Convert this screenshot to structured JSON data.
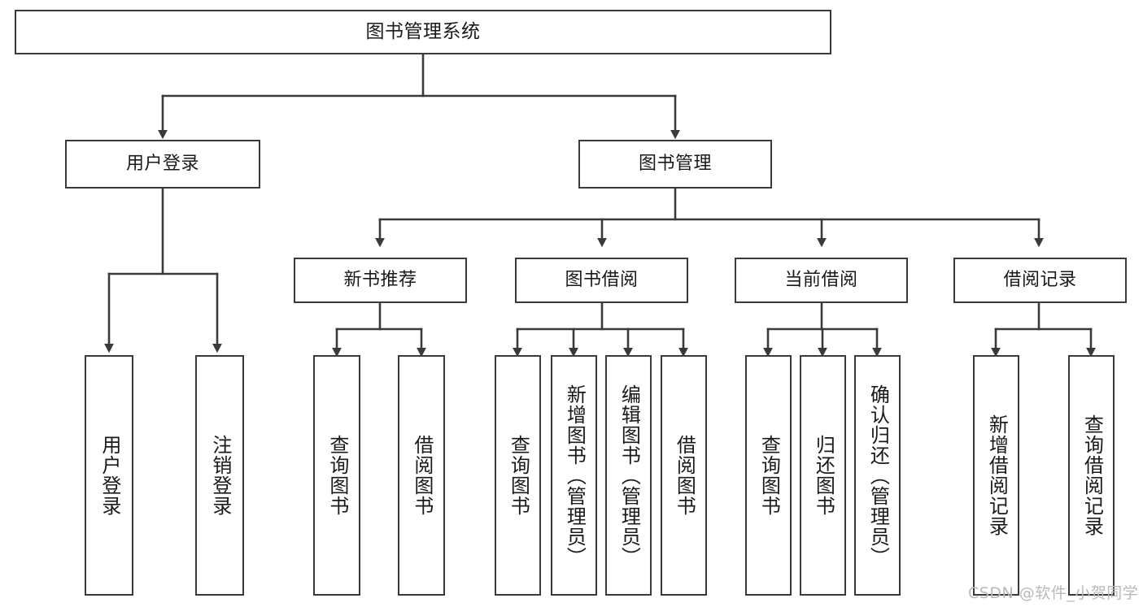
{
  "diagram": {
    "type": "hierarchy-tree",
    "title": "图书管理系统",
    "watermark": "CSDN @软件_小贺同学",
    "colors": {
      "box_border": "#3a3a3a",
      "box_fill": "#ffffff",
      "connector": "#3a3a3a",
      "text": "#1a1a1a",
      "watermark": "#b9b9b9",
      "background": "#ffffff"
    },
    "nodes": {
      "root": {
        "label": "图书管理系统"
      },
      "level1": [
        {
          "label": "用户登录"
        },
        {
          "label": "图书管理"
        }
      ],
      "level2": [
        {
          "label": "新书推荐"
        },
        {
          "label": "图书借阅"
        },
        {
          "label": "当前借阅"
        },
        {
          "label": "借阅记录"
        }
      ],
      "leaves": {
        "user_login": [
          {
            "label": "用户登录"
          },
          {
            "label": "注销登录"
          }
        ],
        "new_book": [
          {
            "label": "查询图书"
          },
          {
            "label": "借阅图书"
          }
        ],
        "book_borrow": [
          {
            "label": "查询图书"
          },
          {
            "label": "新增图书（管理员）"
          },
          {
            "label": "编辑图书（管理员）"
          },
          {
            "label": "借阅图书"
          }
        ],
        "current_borrow": [
          {
            "label": "查询图书"
          },
          {
            "label": "归还图书"
          },
          {
            "label": "确认归还（管理员）"
          }
        ],
        "borrow_record": [
          {
            "label": "新增借阅记录"
          },
          {
            "label": "查询借阅记录"
          }
        ]
      }
    }
  }
}
